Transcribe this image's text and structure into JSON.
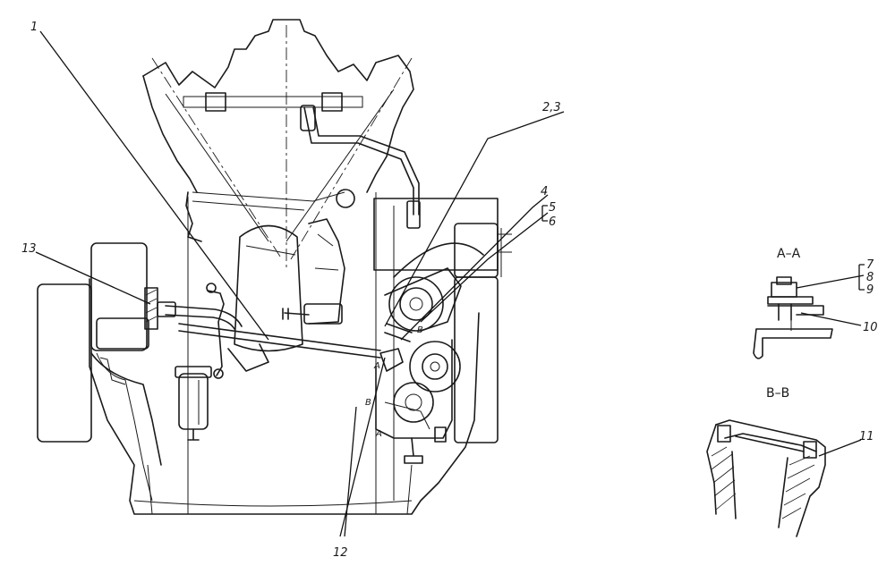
{
  "callouts": {
    "c1": "1",
    "c23": "2,3",
    "c4": "4",
    "c5": "5",
    "c6": "6",
    "c7": "7",
    "c8": "8",
    "c9": "9",
    "c10": "10",
    "c11": "11",
    "c12": "12",
    "c13": "13"
  },
  "sections": {
    "aa": "A–A",
    "bb": "B–B"
  },
  "view_markers": {
    "a_upper": "A",
    "a_lower": "A",
    "b_upper": "B",
    "b_lower": "B"
  }
}
